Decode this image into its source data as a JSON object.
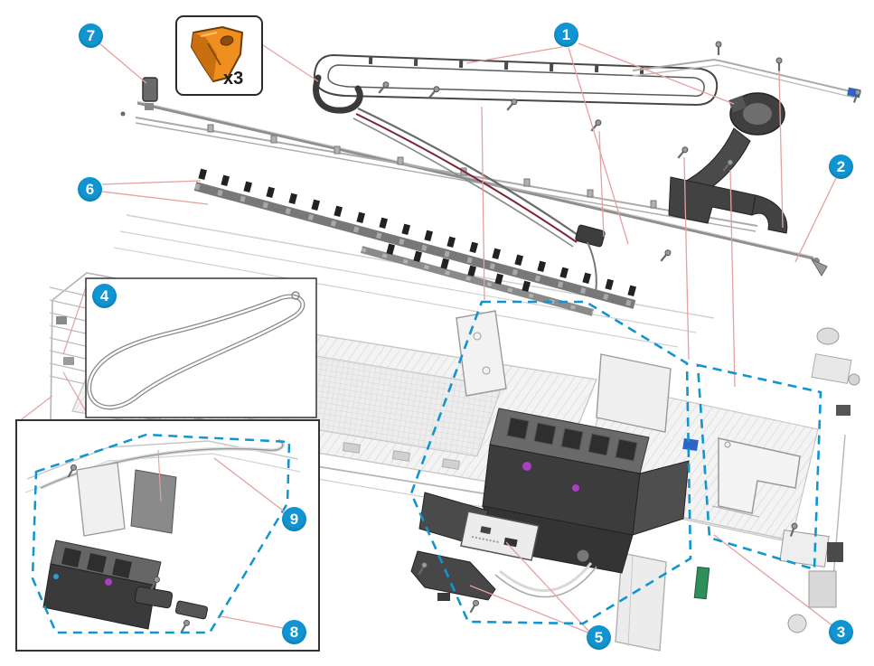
{
  "page": {
    "kind": "printer-service-exploded-parts-diagram",
    "background": "#ffffff"
  },
  "callouts": [
    {
      "id": 1,
      "label": "1"
    },
    {
      "id": 2,
      "label": "2"
    },
    {
      "id": 3,
      "label": "3"
    },
    {
      "id": 4,
      "label": "4"
    },
    {
      "id": 5,
      "label": "5"
    },
    {
      "id": 6,
      "label": "6"
    },
    {
      "id": 7,
      "label": "7"
    },
    {
      "id": 8,
      "label": "8"
    },
    {
      "id": 9,
      "label": "9"
    }
  ],
  "top_inset": {
    "quantity_label": "x3"
  },
  "colors": {
    "callout_blue": "#1095d2",
    "region_dash_blue": "#1095d2",
    "leader_pink": "#e5a0a0",
    "highlight_orange": "#ef8f1f",
    "dark_part_gray": "#3f3f3f",
    "line_art_gray": "#b5b5b5",
    "accent_magenta": "#a83fc4",
    "accent_blue": "#2f63c8",
    "accent_green": "#2f8f5b"
  }
}
